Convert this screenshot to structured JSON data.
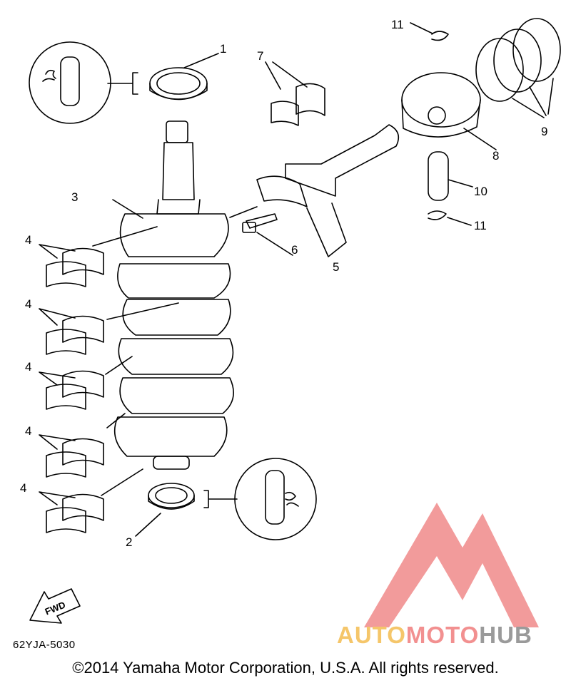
{
  "parts": [
    {
      "key": "p1",
      "label": "1"
    },
    {
      "key": "p2",
      "label": "2"
    },
    {
      "key": "p3",
      "label": "3"
    },
    {
      "key": "p4a",
      "label": "4"
    },
    {
      "key": "p4b",
      "label": "4"
    },
    {
      "key": "p4c",
      "label": "4"
    },
    {
      "key": "p4d",
      "label": "4"
    },
    {
      "key": "p4e",
      "label": "4"
    },
    {
      "key": "p5",
      "label": "5"
    },
    {
      "key": "p6",
      "label": "6"
    },
    {
      "key": "p7",
      "label": "7"
    },
    {
      "key": "p8",
      "label": "8"
    },
    {
      "key": "p9",
      "label": "9"
    },
    {
      "key": "p10",
      "label": "10"
    },
    {
      "key": "p11a",
      "label": "11"
    },
    {
      "key": "p11b",
      "label": "11"
    }
  ],
  "fwd_label": "FWD",
  "drawing_code": "62YJA-5030",
  "copyright": "©2014 Yamaha Motor Corporation, U.S.A. All rights reserved.",
  "watermark": {
    "part1": "AUTO",
    "part2": "MOTO",
    "part3": "HUB",
    "color1": "#f5c66a",
    "color2": "#f29090",
    "color3": "#9a9a9a",
    "logo_color": "#f08a8a"
  }
}
